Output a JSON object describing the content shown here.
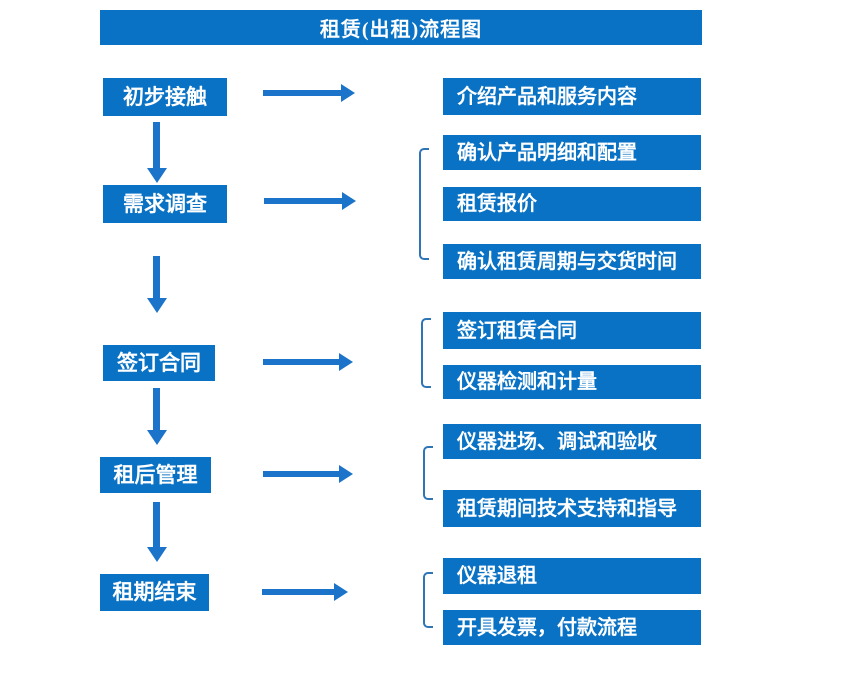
{
  "title": "租赁(出租)流程图",
  "colors": {
    "box_blue": "#0a72c4",
    "arrow_blue": "#1b74ca",
    "bracket_blue": "#2e75b6",
    "text_white": "#ffffff",
    "background": "#ffffff"
  },
  "steps": [
    {
      "label": "初步接触",
      "outputs": [
        "介绍产品和服务内容"
      ]
    },
    {
      "label": "需求调查",
      "outputs": [
        "确认产品明细和配置",
        "租赁报价",
        "确认租赁周期与交货时间"
      ]
    },
    {
      "label": "签订合同",
      "outputs": [
        "签订租赁合同",
        "仪器检测和计量"
      ]
    },
    {
      "label": "租后管理",
      "outputs": [
        "仪器进场、调试和验收",
        "租赁期间技术支持和指导"
      ]
    },
    {
      "label": "租期结束",
      "outputs": [
        "仪器退租",
        "开具发票，付款流程"
      ]
    }
  ]
}
